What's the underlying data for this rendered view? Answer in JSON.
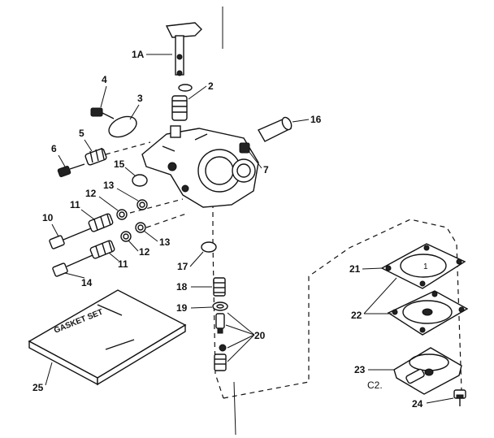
{
  "diagram": {
    "callouts": {
      "c1a": "1A",
      "c2": "2",
      "c3": "3",
      "c4": "4",
      "c5": "5",
      "c6": "6",
      "c7": "7",
      "c10": "10",
      "c11a": "11",
      "c11b": "11",
      "c12a": "12",
      "c12b": "12",
      "c13a": "13",
      "c13b": "13",
      "c14": "14",
      "c15": "15",
      "c16": "16",
      "c17": "17",
      "c18": "18",
      "c19": "19",
      "c20": "20",
      "c21": "21",
      "c22": "22",
      "c23": "23",
      "c24": "24",
      "c25": "25",
      "c2model": "C2.",
      "c1inner": "1"
    },
    "gasket_box_text": "GASKET SET"
  }
}
